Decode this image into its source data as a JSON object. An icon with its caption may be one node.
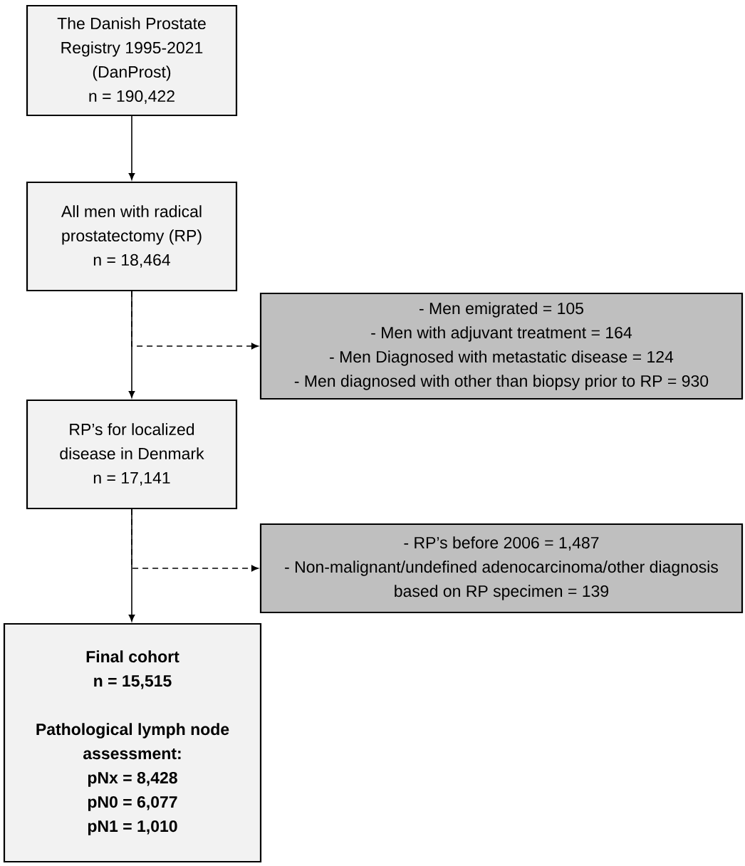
{
  "diagram": {
    "nodes": [
      {
        "text": [
          "The Danish Prostate Registry 1995-2021 (DanProst)",
          "n = 190,422"
        ]
      },
      {
        "text": [
          "All men with radical prostatectomy (RP)",
          "n = 18,464"
        ]
      },
      {
        "text": [
          "- Men emigrated = 105",
          "- Men with adjuvant treatment = 164",
          "- Men Diagnosed with metastatic disease = 124",
          "- Men diagnosed with other than biopsy prior to RP = 930"
        ]
      },
      {
        "text": [
          "RP’s for localized disease in Denmark",
          "n = 17,141"
        ]
      },
      {
        "text": [
          "- RP’s before 2006 = 1,487",
          "- Non-malignant/undefined adenocarcinoma/other diagnosis based on RP specimen = 139"
        ]
      },
      {
        "text": [
          "Final cohort",
          "n = 15,515",
          "Pathological lymph node assessment:",
          "pNx = 8,428",
          "pN0 = 6,077",
          "pN1 = 1,010"
        ]
      }
    ],
    "edges": [
      {
        "from": 0,
        "to": 1,
        "arrow": "to"
      },
      {
        "from": 1,
        "to": 2,
        "arrow": "to",
        "style": "dashed"
      },
      {
        "from": 1,
        "to": 3,
        "arrow": "to"
      },
      {
        "from": 3,
        "to": 4,
        "arrow": "to",
        "style": "dashed"
      },
      {
        "from": 3,
        "to": 5,
        "arrow": "to"
      }
    ]
  }
}
